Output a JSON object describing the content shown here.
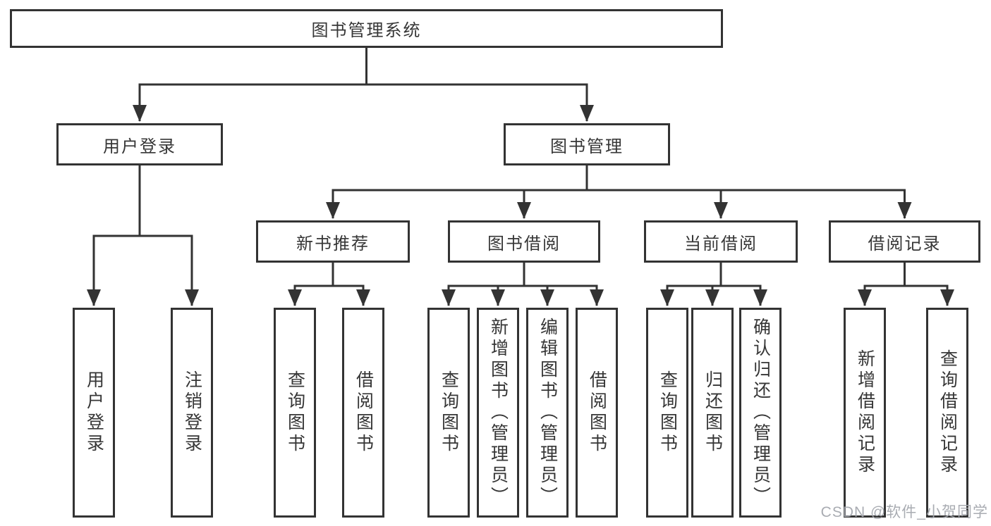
{
  "diagram": {
    "root": {
      "label": "图书管理系统"
    },
    "level2": [
      {
        "label": "用户登录"
      },
      {
        "label": "图书管理"
      }
    ],
    "level3": [
      {
        "label": "新书推荐"
      },
      {
        "label": "图书借阅"
      },
      {
        "label": "当前借阅"
      },
      {
        "label": "借阅记录"
      }
    ],
    "leaves": [
      {
        "label": "用户登录"
      },
      {
        "label": "注销登录"
      },
      {
        "label": "查询图书"
      },
      {
        "label": "借阅图书"
      },
      {
        "label": "查询图书"
      },
      {
        "label": "新增图书（管理员）"
      },
      {
        "label": "编辑图书（管理员）"
      },
      {
        "label": "借阅图书"
      },
      {
        "label": "查询图书"
      },
      {
        "label": "归还图书"
      },
      {
        "label": "确认归还（管理员）"
      },
      {
        "label": "新增借阅记录"
      },
      {
        "label": "查询借阅记录"
      }
    ]
  },
  "watermark": {
    "text": "CSDN @软件_小贺同学"
  },
  "colors": {
    "line": "#333333",
    "box_border": "#333333",
    "text": "#363636",
    "watermark": "#a4a8ae",
    "background": "#ffffff"
  }
}
